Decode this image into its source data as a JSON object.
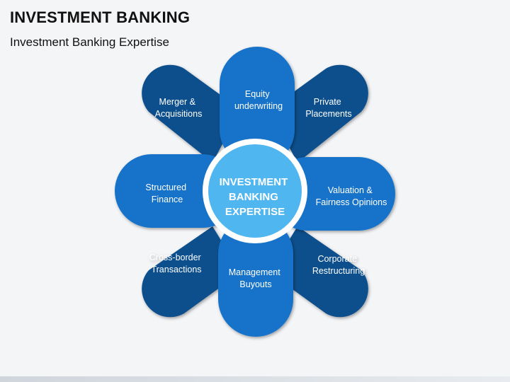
{
  "header": {
    "title": "INVESTMENT BANKING",
    "subtitle": "Investment Banking Expertise"
  },
  "diagram": {
    "center": {
      "lines": [
        "INVESTMENT",
        "BANKING",
        "EXPERTISE"
      ],
      "color": "#4fb6f0"
    },
    "colors": {
      "dark_petal": "#0b4f8c",
      "medium_petal": "#1873c9"
    },
    "petals": [
      {
        "id": "merger",
        "lines": [
          "Merger &",
          "Acquisitions"
        ],
        "shade": "dark"
      },
      {
        "id": "equity",
        "lines": [
          "Equity",
          "underwriting"
        ],
        "shade": "medium"
      },
      {
        "id": "private",
        "lines": [
          "Private",
          "Placements"
        ],
        "shade": "dark"
      },
      {
        "id": "structured",
        "lines": [
          "Structured",
          "Finance"
        ],
        "shade": "medium"
      },
      {
        "id": "valuation",
        "lines": [
          "Valuation &",
          "Fairness Opinions"
        ],
        "shade": "medium"
      },
      {
        "id": "crossborder",
        "lines": [
          "Cross-border",
          "Transactions"
        ],
        "shade": "dark"
      },
      {
        "id": "management",
        "lines": [
          "Management",
          "Buyouts"
        ],
        "shade": "medium"
      },
      {
        "id": "corporate",
        "lines": [
          "Corporate",
          "Restructuring"
        ],
        "shade": "dark"
      }
    ]
  }
}
